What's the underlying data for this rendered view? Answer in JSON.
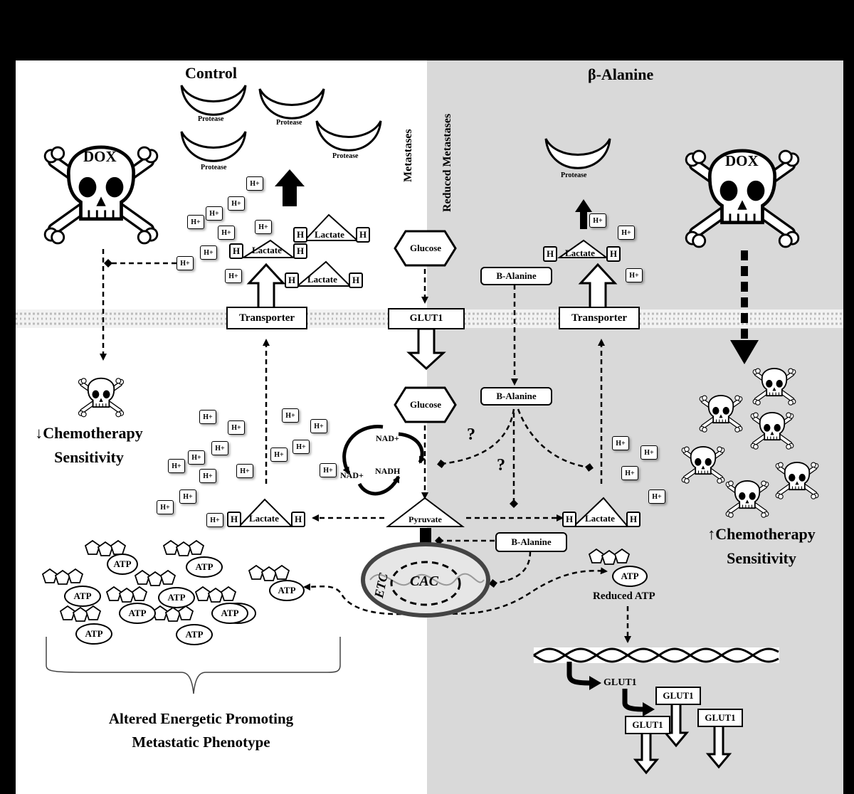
{
  "panels": {
    "control_title": "Control",
    "beta_title": "β-Alanine"
  },
  "labels": {
    "protease": "Protease",
    "h_plus": "H+",
    "h": "H",
    "lactate": "Lactate",
    "transporter": "Transporter",
    "glucose": "Glucose",
    "glut1": "GLUT1",
    "b_alanine": "B-Alanine",
    "pyruvate": "Pyruvate",
    "nad_plus": "NAD+",
    "nadh": "NADH",
    "etc": "ETC",
    "cac": "CAC",
    "atp": "ATP",
    "reduced_atp": "Reduced ATP",
    "dox": "DOX",
    "question": "?",
    "metastases": "Metastases",
    "reduced_metastases": "Reduced Metastases",
    "chemo_down_line1": "↓Chemotherapy",
    "chemo_down_line2": "Sensitivity",
    "chemo_up_line1": "↑Chemotherapy",
    "chemo_up_line2": "Sensitivity",
    "altered_line1": "Altered Energetic Promoting",
    "altered_line2": "Metastatic Phenotype"
  },
  "colors": {
    "background": "#000000",
    "control_panel": "#ffffff",
    "beta_panel": "#d9d9d9"
  }
}
